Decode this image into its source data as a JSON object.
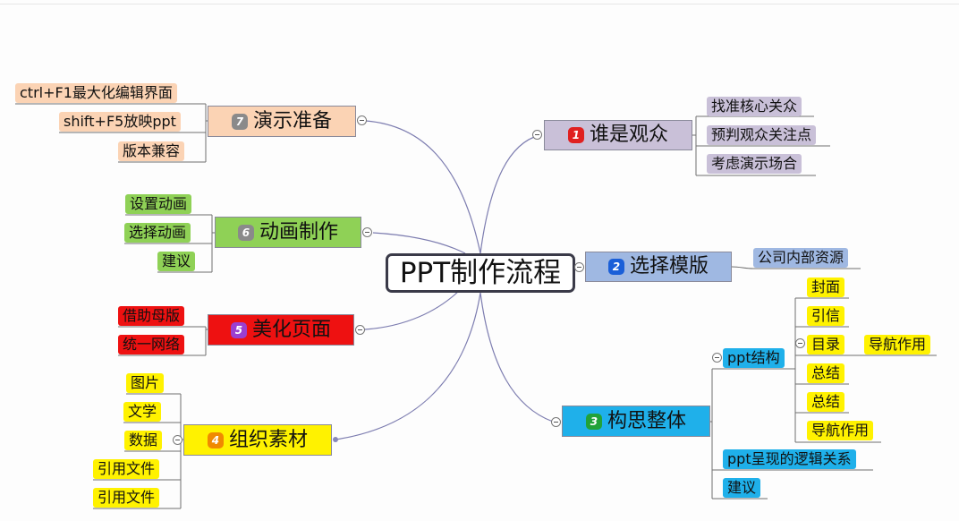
{
  "central_topic": "PPT制作流程",
  "colors": {
    "topic1": "#c9c0d8",
    "topic2": "#9fb8e2",
    "topic3": "#1fb0ea",
    "topic4": "#fff200",
    "topic5": "#ee1111",
    "topic6": "#8fd156",
    "topic7": "#fbd3b4",
    "connector": "#7d7db0",
    "sub_line": "#707070"
  },
  "topics": {
    "t1": {
      "badge": "1",
      "label": "谁是观众",
      "children": [
        "找准核心关众",
        "预判观众关注点",
        "考虑演示场合"
      ]
    },
    "t2": {
      "badge": "2",
      "label": "选择模版",
      "children": [
        "公司内部资源"
      ]
    },
    "t3": {
      "badge": "3",
      "label": "构思整体",
      "ppt_structure": {
        "label": "ppt结构",
        "children": [
          "封面",
          "引信",
          "目录",
          "总结",
          "总结",
          "导航作用"
        ],
        "toc_child": "导航作用"
      },
      "logic": "ppt呈现的逻辑关系",
      "advice": "建议"
    },
    "t4": {
      "badge": "4",
      "label": "组织素材",
      "children": [
        "图片",
        "文学",
        "数据",
        "引用文件",
        "引用文件"
      ]
    },
    "t5": {
      "badge": "5",
      "label": "美化页面",
      "children": [
        "借助母版",
        "统一网络"
      ]
    },
    "t6": {
      "badge": "6",
      "label": "动画制作",
      "children": [
        "设置动画",
        "选择动画",
        "建议"
      ]
    },
    "t7": {
      "badge": "7",
      "label": "演示准备",
      "children": [
        "ctrl+F1最大化编辑界面",
        "shift+F5放映ppt",
        "版本兼容"
      ]
    }
  }
}
